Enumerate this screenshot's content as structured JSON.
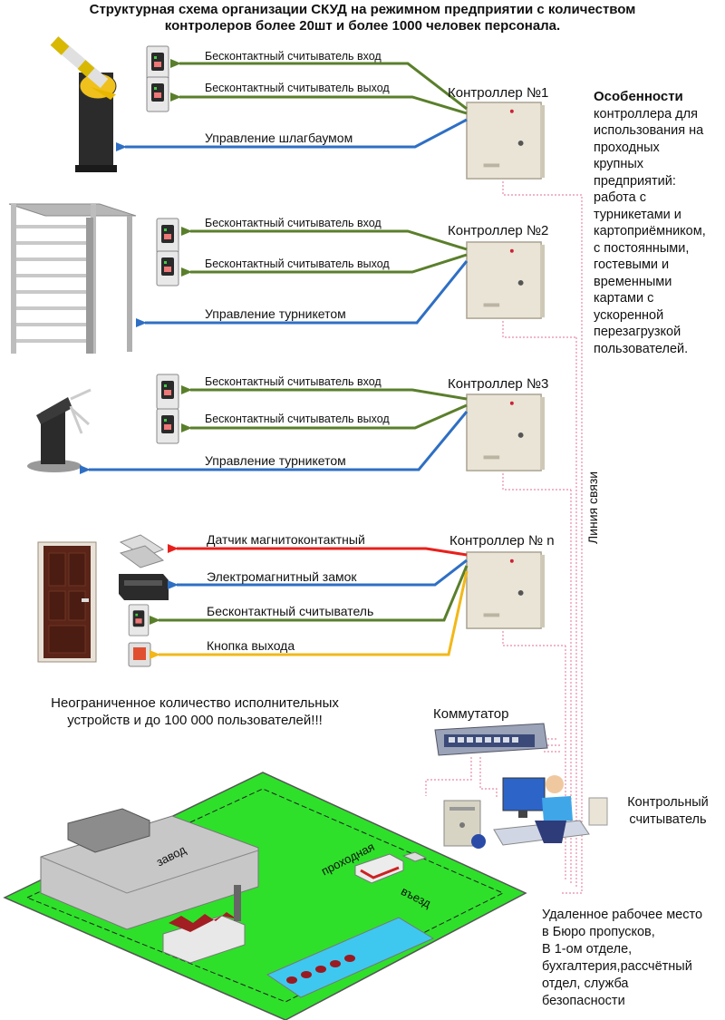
{
  "title_line1": "Структурная схема организации СКУД на режимном предприятии с количеством",
  "title_line2": "контролеров более 20шт и более 1000 человек персонала.",
  "controllers": [
    {
      "name": "Контроллер №1"
    },
    {
      "name": "Контроллер №2"
    },
    {
      "name": "Контроллер №3"
    },
    {
      "name": "Контроллер № n"
    }
  ],
  "group1": {
    "reader_in": "Бесконтактный считыватель вход",
    "reader_out": "Бесконтактный считыватель выход",
    "control": "Управление шлагбаумом"
  },
  "group2": {
    "reader_in": "Бесконтактный считыватель вход",
    "reader_out": "Бесконтактный считыватель выход",
    "control": "Управление турникетом"
  },
  "group3": {
    "reader_in": "Бесконтактный считыватель вход",
    "reader_out": "Бесконтактный считыватель выход",
    "control": "Управление турникетом"
  },
  "group4": {
    "sensor": "Датчик магнитоконтактный",
    "lock": "Электромагнитный замок",
    "reader": "Бесконтактный считыватель",
    "button": "Кнопка выхода"
  },
  "features": {
    "heading": "Особенности",
    "lines": [
      "контроллера  для",
      "использования на",
      "проходных",
      "крупных",
      "предприятий:",
      "работа с",
      "турникетами  и",
      "картоприёмником,",
      "с постоянными,",
      "гостевыми  и",
      "временными",
      "картами с",
      "ускоренной",
      "перезагрузкой",
      "пользователей."
    ]
  },
  "comm_line": "Линия связи",
  "note_line1": "Неограниченное количество исполнительных",
  "note_line2": "устройств и до 100 000 пользователей!!!",
  "switch_label": "Коммутатор",
  "control_reader_line1": "Контрольный",
  "control_reader_line2": "считыватель",
  "office": {
    "lines": [
      "Удаленное рабочее место",
      "в Бюро пропусков,",
      "В 1-ом отделе,",
      "бухгалтерия,рассчётный",
      "отдел,  служба",
      "безопасности"
    ]
  },
  "map": {
    "plant": "завод",
    "checkpoint": "проходная",
    "entry": "въезд"
  },
  "colors": {
    "green": "#5a7f2b",
    "blue": "#2e6fc4",
    "red": "#e8201c",
    "yellow": "#f2b818",
    "pink": "#e88aa8",
    "grass": "#2ee02a"
  }
}
